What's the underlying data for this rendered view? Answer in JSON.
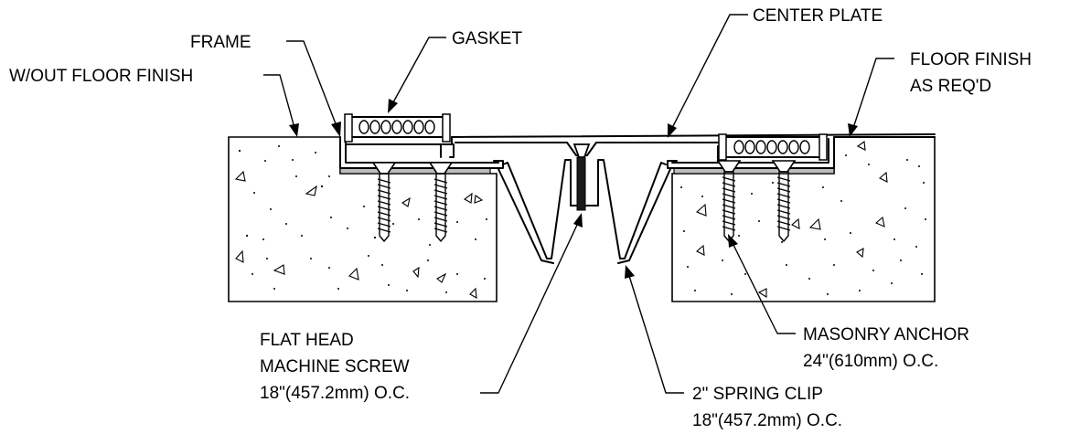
{
  "labels": {
    "frame": "FRAME",
    "wout_floor_finish": "W/OUT FLOOR FINISH",
    "gasket": "GASKET",
    "center_plate": "CENTER PLATE",
    "floor_finish_line1": "FLOOR FINISH",
    "floor_finish_line2": "AS REQ'D",
    "flat_head_line1": "FLAT HEAD",
    "flat_head_line2": "MACHINE SCREW",
    "flat_head_line3": "18\"(457.2mm) O.C.",
    "masonry_line1": "MASONRY ANCHOR",
    "masonry_line2": "24\"(610mm) O.C.",
    "spring_clip_line1": "2\" SPRING CLIP",
    "spring_clip_line2": "18\"(457.2mm) O.C."
  }
}
